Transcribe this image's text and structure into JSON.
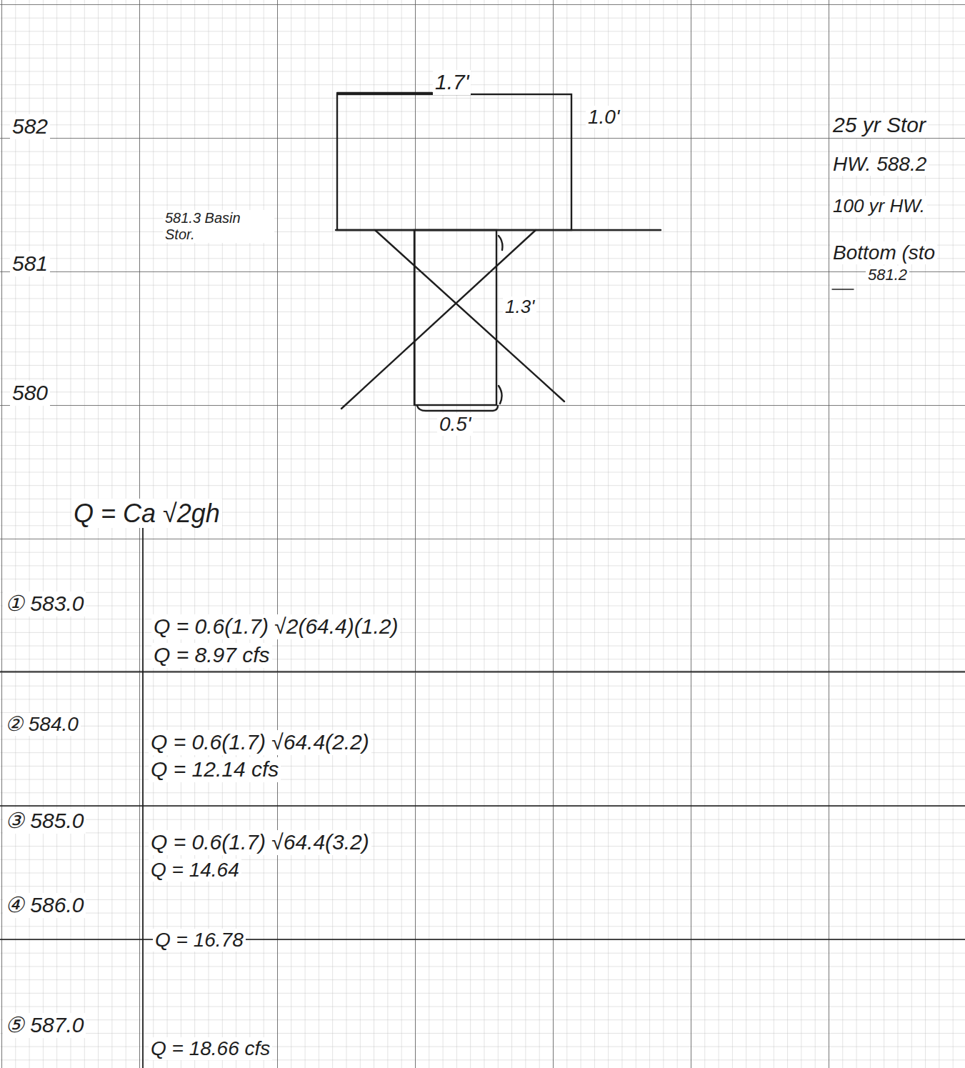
{
  "diagram": {
    "labels": [
      "582",
      "1.7'",
      "1.0'",
      "25 yr Stor",
      "HW. 588.2",
      "581.3 Basin Stor.",
      "100 yr HW.",
      "581",
      "Bottom (sto",
      "581.2",
      "1.3'",
      "580",
      "0.5'",
      "Q = Ca √2gh",
      "① 583.0",
      "Q = 0.6(1.7) √2(64.4)(1.2)",
      "Q = 8.97 cfs",
      "② 584.0",
      "Q = 0.6(1.7) √64.4(2.2)",
      "Q = 12.14 cfs",
      "③ 585.0",
      "Q = 0.6(1.7) √64.4(3.2)",
      "Q = 14.64",
      "④ 586.0",
      "Q = 16.78",
      "⑤ 587.0",
      "Q = 18.66 cfs"
    ]
  }
}
